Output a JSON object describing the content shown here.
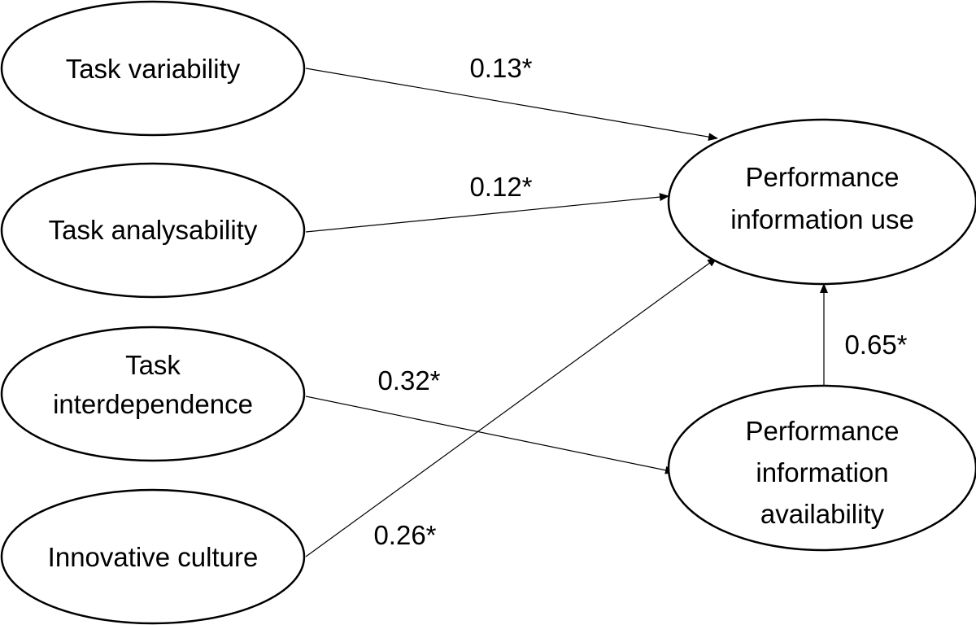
{
  "diagram": {
    "nodes": {
      "task_variability": {
        "lines": [
          "Task variability"
        ]
      },
      "task_analysability": {
        "lines": [
          "Task analysability"
        ]
      },
      "task_interdependence": {
        "lines": [
          "Task",
          "interdependence"
        ]
      },
      "innovative_culture": {
        "lines": [
          "Innovative culture"
        ]
      },
      "perf_info_use": {
        "lines": [
          "Performance",
          "information use"
        ]
      },
      "perf_info_availability": {
        "lines": [
          "Performance",
          "information",
          "availability"
        ]
      }
    },
    "edges": [
      {
        "from": "task_variability",
        "to": "perf_info_use",
        "coefficient": "0.13*"
      },
      {
        "from": "task_analysability",
        "to": "perf_info_use",
        "coefficient": "0.12*"
      },
      {
        "from": "task_interdependence",
        "to": "perf_info_availability",
        "coefficient": "0.32*"
      },
      {
        "from": "innovative_culture",
        "to": "perf_info_use",
        "coefficient": "0.26*"
      },
      {
        "from": "perf_info_availability",
        "to": "perf_info_use",
        "coefficient": "0.65*"
      }
    ]
  }
}
